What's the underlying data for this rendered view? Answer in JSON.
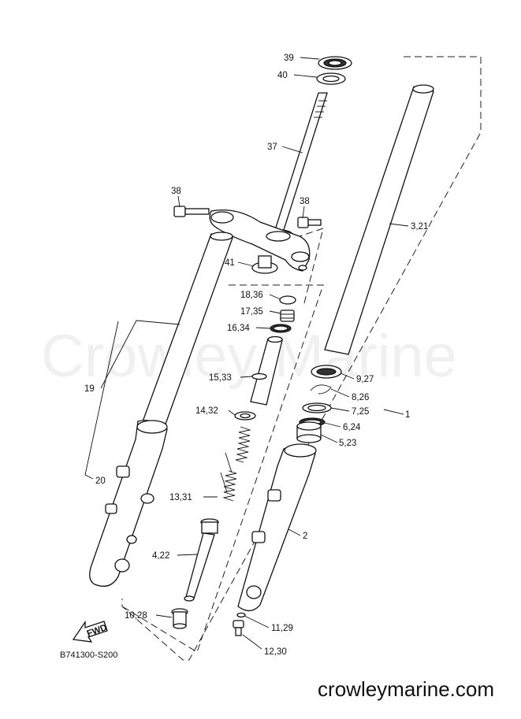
{
  "diagram_code": "B741300-S200",
  "watermark": "Crowley Marine",
  "site_url": "crowleymarine.com",
  "fwd_label": "FWD",
  "callouts": [
    {
      "id": "c39",
      "text": "39"
    },
    {
      "id": "c40",
      "text": "40"
    },
    {
      "id": "c37",
      "text": "37"
    },
    {
      "id": "c38a",
      "text": "38"
    },
    {
      "id": "c38b",
      "text": "38"
    },
    {
      "id": "c41",
      "text": "41"
    },
    {
      "id": "c3_21",
      "text": "3,21"
    },
    {
      "id": "c18_36",
      "text": "18,36"
    },
    {
      "id": "c17_35",
      "text": "17,35"
    },
    {
      "id": "c16_34",
      "text": "16,34"
    },
    {
      "id": "c19",
      "text": "19"
    },
    {
      "id": "c15_33",
      "text": "15,33"
    },
    {
      "id": "c9_27",
      "text": "9,27"
    },
    {
      "id": "c8_26",
      "text": "8,26"
    },
    {
      "id": "c7_25",
      "text": "7,25"
    },
    {
      "id": "c1",
      "text": "1"
    },
    {
      "id": "c14_32",
      "text": "14,32"
    },
    {
      "id": "c6_24",
      "text": "6,24"
    },
    {
      "id": "c5_23",
      "text": "5,23"
    },
    {
      "id": "c20",
      "text": "20"
    },
    {
      "id": "c13_31",
      "text": "13,31"
    },
    {
      "id": "c2",
      "text": "2"
    },
    {
      "id": "c4_22",
      "text": "4,22"
    },
    {
      "id": "c10_28",
      "text": "10,28"
    },
    {
      "id": "c11_29",
      "text": "11,29"
    },
    {
      "id": "c12_30",
      "text": "12,30"
    }
  ]
}
